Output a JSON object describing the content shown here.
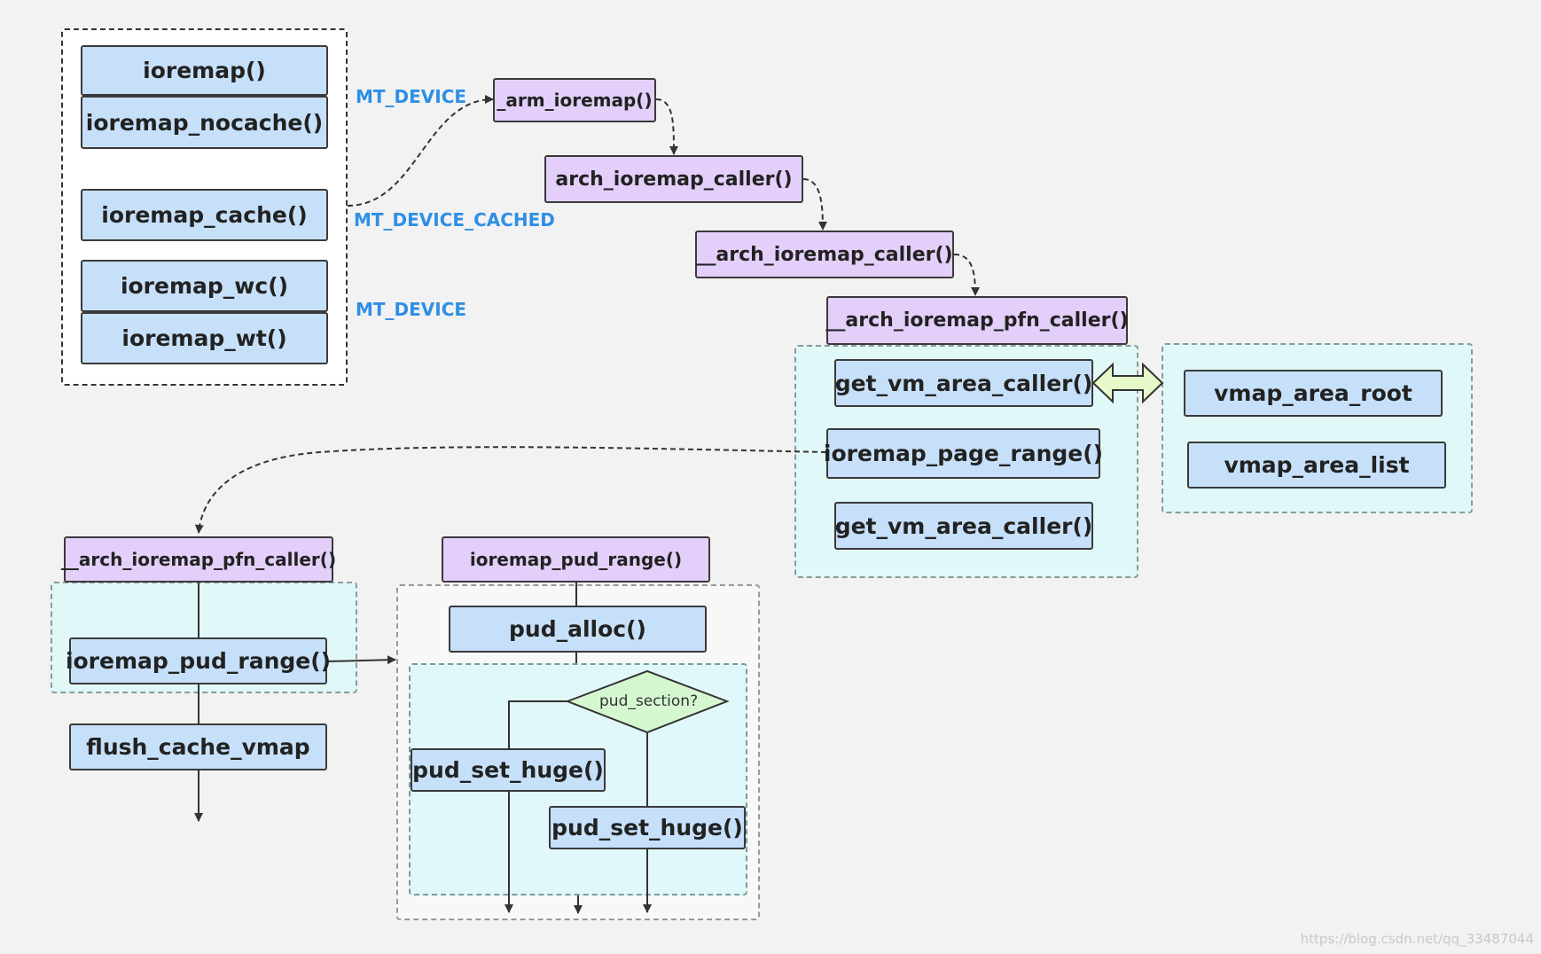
{
  "group_ioremap": {
    "ioremap": "ioremap()",
    "ioremap_nocache": "ioremap_nocache()",
    "ioremap_cache": "ioremap_cache()",
    "ioremap_wc": "ioremap_wc()",
    "ioremap_wt": "ioremap_wt()"
  },
  "edge_labels": {
    "mt_device_top": "MT_DEVICE",
    "mt_device_cached": "MT_DEVICE_CACHED",
    "mt_device_bottom": "MT_DEVICE"
  },
  "call_chain": {
    "arm_ioremap": "_arm_ioremap()",
    "arch_ioremap_caller": "arch_ioremap_caller()",
    "arch_ioremap_caller_internal": "__arch_ioremap_caller()",
    "arch_ioremap_pfn_caller": "__arch_ioremap_pfn_caller()"
  },
  "pfn_caller_group": {
    "get_vm_area_caller_1": "get_vm_area_caller()",
    "ioremap_page_range": "ioremap_page_range()",
    "get_vm_area_caller_2": "get_vm_area_caller()"
  },
  "vmap_group": {
    "vmap_area_root": "vmap_area_root",
    "vmap_area_list": "vmap_area_list"
  },
  "lower_left": {
    "arch_ioremap_pfn_caller": "__arch_ioremap_pfn_caller()",
    "ioremap_pud_range": "ioremap_pud_range()",
    "flush_cache_vmap": "flush_cache_vmap"
  },
  "pud_group": {
    "title": "ioremap_pud_range()",
    "pud_alloc": "pud_alloc()",
    "pud_section": "pud_section?",
    "pud_set_huge_1": "pud_set_huge()",
    "pud_set_huge_2": "pud_set_huge()"
  },
  "watermark": "https://blog.csdn.net/qq_33487044",
  "colors": {
    "background": "#f2f2f2",
    "blue_node": "#c7e0fa",
    "purple_node": "#e3cffa",
    "label_blue": "#2f8fe6",
    "cyan_region": "#e1f8f8",
    "diamond": "#d5f7d0",
    "double_arrow": "#e6f9c8"
  }
}
